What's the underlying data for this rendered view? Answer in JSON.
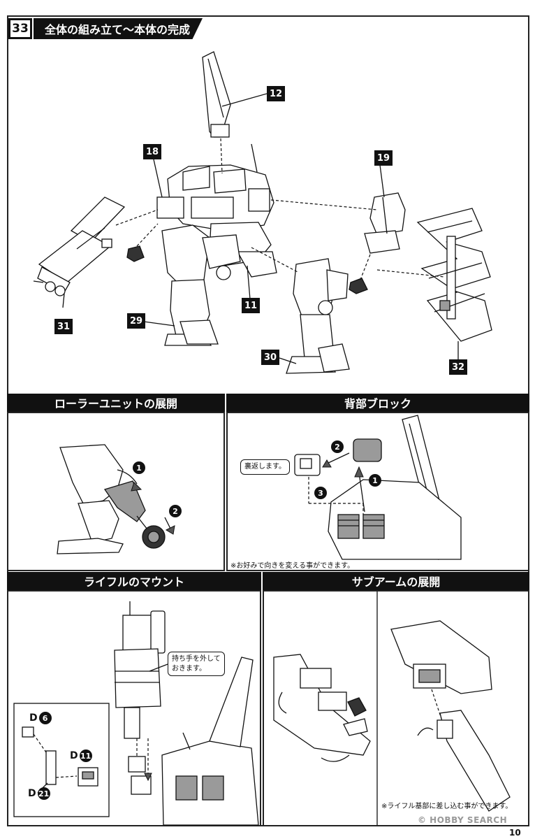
{
  "step": {
    "number": "33",
    "title": "全体の組み立て〜本体の完成"
  },
  "main_callouts": {
    "c12": "12",
    "c18": "18",
    "c19": "19",
    "c11": "11",
    "c29": "29",
    "c30": "30",
    "c31": "31",
    "c32": "32"
  },
  "sections": {
    "roller": {
      "title": "ローラーユニットの展開",
      "step1": "1",
      "step2": "2"
    },
    "back": {
      "title": "背部ブロック",
      "bubble": "裏返します。",
      "step1": "1",
      "step2": "2",
      "step3": "3",
      "note": "※お好みで向きを変える事ができます。"
    },
    "rifle": {
      "title": "ライフルのマウント",
      "bubble_line1": "持ち手を外して",
      "bubble_line2": "おきます。",
      "part1_letter": "D",
      "part1_num": "6",
      "part2_letter": "D",
      "part2_num": "11",
      "part3_letter": "D",
      "part3_num": "21"
    },
    "subarm": {
      "title": "サブアームの展開",
      "note": "※ライフル基部に差し込む事ができます。"
    }
  },
  "footer": {
    "logo": "© HOBBY SEARCH",
    "page_number": "10"
  }
}
